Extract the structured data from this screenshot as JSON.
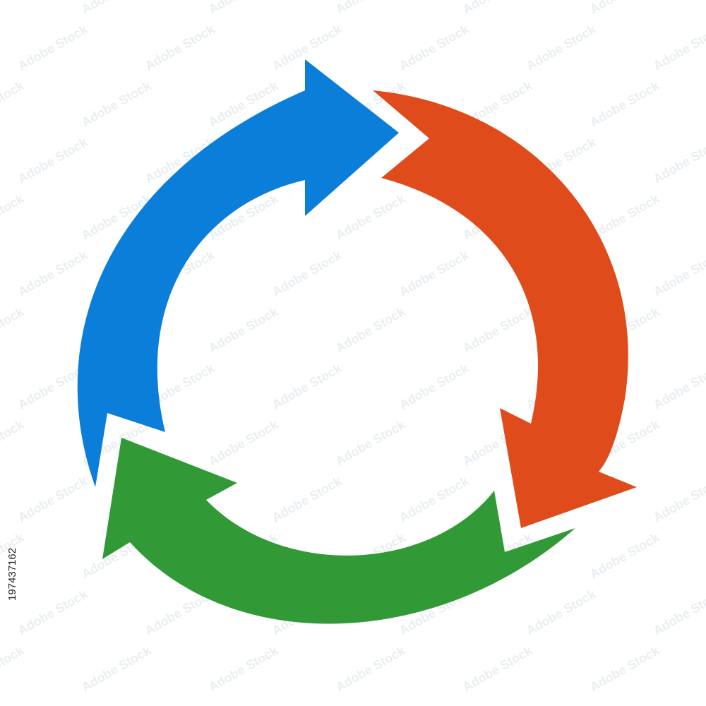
{
  "diagram": {
    "arrows": [
      {
        "id": "blue",
        "color": "#0a7ed8",
        "icon": "cycle-arrow-blue-icon"
      },
      {
        "id": "orange",
        "color": "#e04b1c",
        "icon": "cycle-arrow-orange-icon"
      },
      {
        "id": "green",
        "color": "#319a37",
        "icon": "cycle-arrow-green-icon"
      }
    ],
    "watermark": {
      "text": "Adobe Stock",
      "color": "#e9eef1"
    }
  },
  "stock_id": "197437162"
}
